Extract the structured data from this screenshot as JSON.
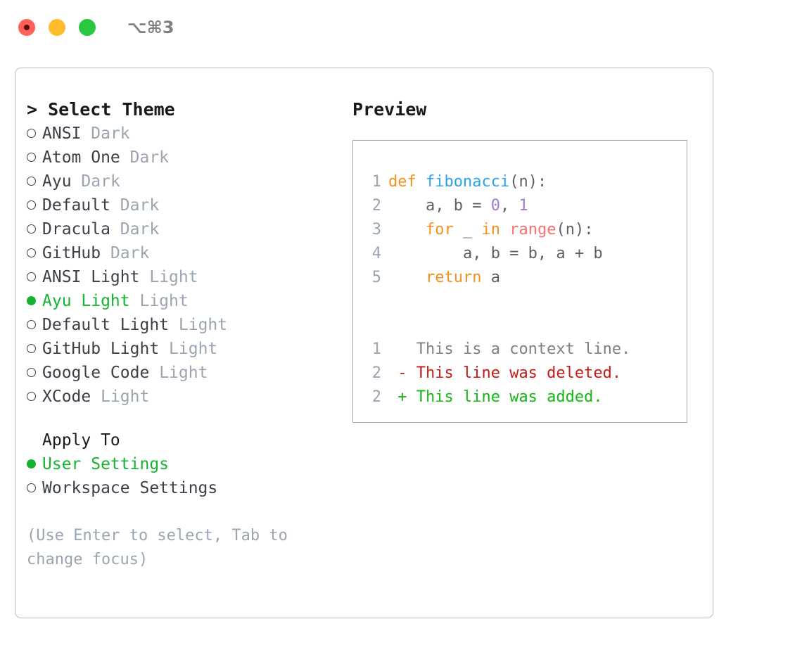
{
  "titlebar": {
    "shortcut": "⌥⌘3",
    "buttons": [
      "close",
      "minimize",
      "maximize"
    ]
  },
  "left": {
    "heading": "> Select Theme",
    "themes": [
      {
        "name": "ANSI",
        "kind": "Dark",
        "selected": false
      },
      {
        "name": "Atom One",
        "kind": "Dark",
        "selected": false
      },
      {
        "name": "Ayu",
        "kind": "Dark",
        "selected": false
      },
      {
        "name": "Default",
        "kind": "Dark",
        "selected": false
      },
      {
        "name": "Dracula",
        "kind": "Dark",
        "selected": false
      },
      {
        "name": "GitHub",
        "kind": "Dark",
        "selected": false
      },
      {
        "name": "ANSI Light",
        "kind": "Light",
        "selected": false
      },
      {
        "name": "Ayu Light",
        "kind": "Light",
        "selected": true
      },
      {
        "name": "Default Light",
        "kind": "Light",
        "selected": false
      },
      {
        "name": "GitHub Light",
        "kind": "Light",
        "selected": false
      },
      {
        "name": "Google Code",
        "kind": "Light",
        "selected": false
      },
      {
        "name": "XCode",
        "kind": "Light",
        "selected": false
      }
    ],
    "apply_to": {
      "heading": "Apply To",
      "options": [
        {
          "label": "User Settings",
          "selected": true
        },
        {
          "label": "Workspace Settings",
          "selected": false
        }
      ]
    },
    "hint": "(Use Enter to select, Tab to change focus)"
  },
  "preview": {
    "title": "Preview",
    "code_lines": [
      {
        "num": "1",
        "tokens": [
          {
            "t": "def",
            "c": "kw"
          },
          {
            "t": " ",
            "c": "plain"
          },
          {
            "t": "fibonacci",
            "c": "fn"
          },
          {
            "t": "(n):",
            "c": "plain"
          }
        ]
      },
      {
        "num": "2",
        "tokens": [
          {
            "t": "    a, b = ",
            "c": "plain"
          },
          {
            "t": "0",
            "c": "num"
          },
          {
            "t": ", ",
            "c": "plain"
          },
          {
            "t": "1",
            "c": "num"
          }
        ]
      },
      {
        "num": "3",
        "tokens": [
          {
            "t": "    ",
            "c": "plain"
          },
          {
            "t": "for",
            "c": "kw"
          },
          {
            "t": " _ ",
            "c": "plain"
          },
          {
            "t": "in",
            "c": "kw"
          },
          {
            "t": " ",
            "c": "plain"
          },
          {
            "t": "range",
            "c": "built"
          },
          {
            "t": "(n):",
            "c": "plain"
          }
        ]
      },
      {
        "num": "4",
        "tokens": [
          {
            "t": "        a, b = b, a + b",
            "c": "plain"
          }
        ]
      },
      {
        "num": "5",
        "tokens": [
          {
            "t": "    ",
            "c": "plain"
          },
          {
            "t": "return",
            "c": "kw"
          },
          {
            "t": " a",
            "c": "plain"
          }
        ]
      }
    ],
    "diff_lines": [
      {
        "num": "1",
        "marker": " ",
        "text": " This is a context line.",
        "c": "ctx"
      },
      {
        "num": "2",
        "marker": "-",
        "text": " This line was deleted.",
        "c": "del"
      },
      {
        "num": "2",
        "marker": "+",
        "text": " This line was added.",
        "c": "add"
      }
    ]
  },
  "colors": {
    "keyword": "#f2921d",
    "function": "#2aa3ef",
    "number": "#a37acc",
    "builtin": "#fa7070",
    "selected_green": "#15b32f",
    "muted": "#9aa5b1",
    "diff_deleted": "#c41a16",
    "diff_added": "#14b814",
    "panel_border": "#b6bfcb",
    "preview_border": "#9aa5b1"
  }
}
